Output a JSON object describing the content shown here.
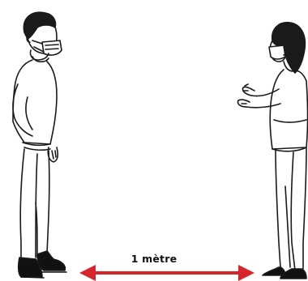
{
  "distance_label": "1 mètre",
  "colors": {
    "arrow": "#d7262b",
    "ink": "#1a1a1a",
    "shoes": "#111111"
  },
  "figures": [
    {
      "name": "man-with-mask",
      "mask_icon": "mask-icon"
    },
    {
      "name": "woman-with-mask",
      "mask_icon": "mask-icon"
    }
  ]
}
